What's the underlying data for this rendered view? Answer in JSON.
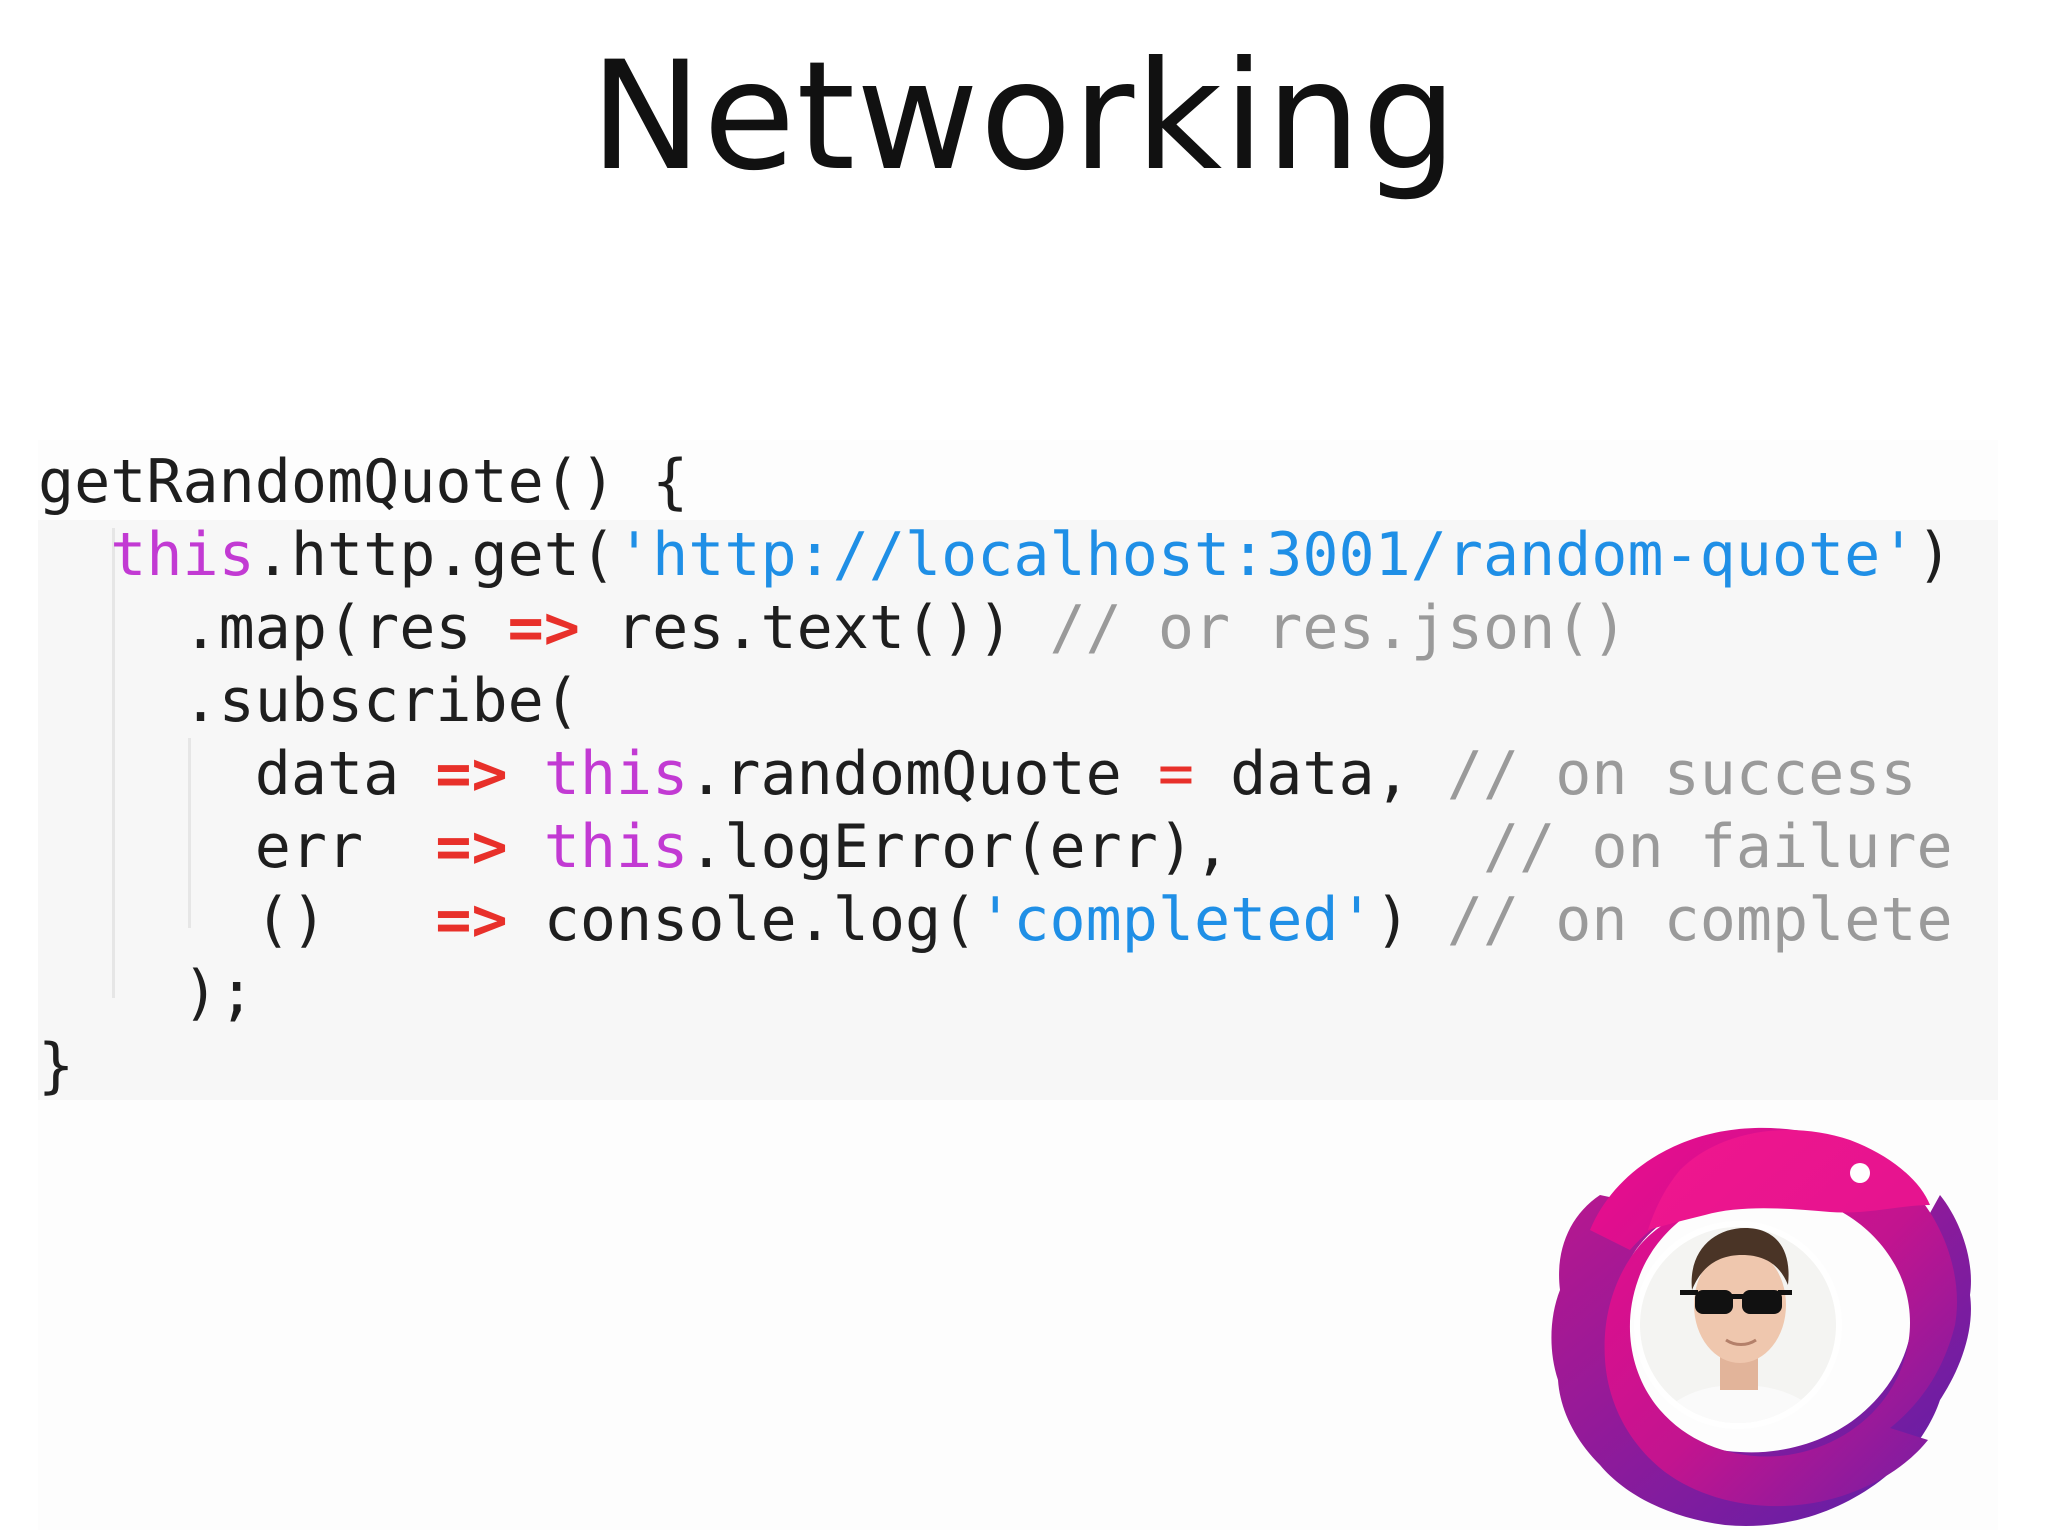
{
  "slide": {
    "title": "Networking"
  },
  "code": {
    "l1": "getRandomQuote() {",
    "l2_this": "this",
    "l2_call": ".http.get(",
    "l2_str": "'http://localhost:3001/random-quote'",
    "l2_end": ")",
    "l3_a": ".map(res ",
    "l3_arrow": "=>",
    "l3_b": " res.text()) ",
    "l3_cmt": "// or res.json()",
    "l4": ".subscribe(",
    "l5_a": "data ",
    "l5_arrow": "=>",
    "l5_this": "this",
    "l5_b": ".randomQuote ",
    "l5_eq": "=",
    "l5_c": " data, ",
    "l5_cmt": "// on success",
    "l6_a": "err  ",
    "l6_arrow": "=>",
    "l6_this": "this",
    "l6_b": ".logError(err),       ",
    "l6_cmt": "// on failure",
    "l7_a": "()   ",
    "l7_arrow": "=>",
    "l7_b": " console.log(",
    "l7_str": "'completed'",
    "l7_c": ") ",
    "l7_cmt": "// on complete",
    "l8": ");",
    "l9": "}"
  },
  "colors": {
    "keyword": "#c23ad3",
    "string": "#1f8fe6",
    "arrow": "#e8302a",
    "comment": "#9a9a9a",
    "logo_magenta": "#e6148f",
    "logo_purple": "#7a1fa2"
  },
  "icons": {
    "logo": "rxjs-logo-with-avatar-icon"
  }
}
